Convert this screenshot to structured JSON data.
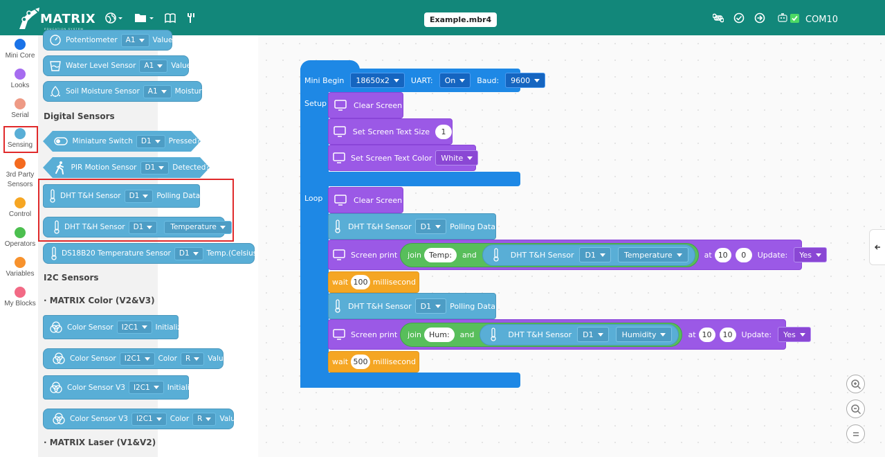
{
  "app": {
    "brand": "MATRIX",
    "brand_sub": "EDUCATION SYSTEM",
    "file_title": "Example.mbr4",
    "port": "COM10"
  },
  "categories": [
    {
      "label": "Mini Core",
      "color": "#1a73e8"
    },
    {
      "label": "Looks",
      "color": "#a66cf0"
    },
    {
      "label": "Serial",
      "color": "#ee9a85"
    },
    {
      "label": "Sensing",
      "color": "#59aed6"
    },
    {
      "label": "3rd Party Sensors",
      "color": "#f46a1f"
    },
    {
      "label": "Control",
      "color": "#f6a623"
    },
    {
      "label": "Operators",
      "color": "#4cbf4f"
    },
    {
      "label": "Variables",
      "color": "#f7922d"
    },
    {
      "label": "My Blocks",
      "color": "#f26a85"
    }
  ],
  "palette": {
    "potentiometer": {
      "label": "Potentiometer",
      "port": "A1",
      "suffix": "Value"
    },
    "water_level": {
      "label": "Water Level Sensor",
      "port": "A1",
      "suffix": "Value"
    },
    "soil_moisture": {
      "label": "Soil Moisture Sensor",
      "port": "A1",
      "suffix": "Moisture"
    },
    "digital_title": "Digital Sensors",
    "mini_switch": {
      "label": "Miniature Switch",
      "port": "D1",
      "suffix": "Pressed?"
    },
    "pir": {
      "label": "PIR Motion Sensor",
      "port": "D1",
      "suffix": "Detected?"
    },
    "dht_poll": {
      "label": "DHT T&H Sensor",
      "port": "D1",
      "suffix": "Polling Data"
    },
    "dht_read": {
      "label": "DHT T&H Sensor",
      "port": "D1",
      "mode": "Temperature"
    },
    "ds18b20": {
      "label": "DS18B20 Temperature Sensor",
      "port": "D1",
      "suffix": "Temp.(Celsius)"
    },
    "i2c_title": "I2C Sensors",
    "matrix_color_title": "· MATRIX Color (V2&V3)",
    "color_init": {
      "label": "Color Sensor",
      "port": "I2C1",
      "suffix": "Initialize"
    },
    "color_read": {
      "label": "Color Sensor",
      "port": "I2C1",
      "word": "Color",
      "channel": "R",
      "suffix": "Value"
    },
    "color_v3_init": {
      "label": "Color Sensor V3",
      "port": "I2C1",
      "suffix": "Initialize"
    },
    "color_v3_read": {
      "label": "Color Sensor V3",
      "port": "I2C1",
      "word": "Color",
      "channel": "R",
      "suffix": "Value"
    },
    "matrix_laser_title": "· MATRIX Laser (V1&V2)"
  },
  "program": {
    "mini_begin": {
      "label": "Mini Begin",
      "battery": "18650x2",
      "uart_label": "UART:",
      "uart": "On",
      "baud_label": "Baud:",
      "baud": "9600"
    },
    "setup_label": "Setup",
    "loop_label": "Loop",
    "clear_screen": "Clear Screen",
    "set_text_size": {
      "label": "Set Screen Text Size",
      "value": "1"
    },
    "set_text_color": {
      "label": "Set Screen Text Color",
      "value": "White"
    },
    "dht_poll": {
      "label": "DHT T&H Sensor",
      "port": "D1",
      "suffix": "Polling Data"
    },
    "print1": {
      "label": "Screen print",
      "join": "join",
      "text": "Temp:",
      "and": "and",
      "sensor": "DHT T&H Sensor",
      "port": "D1",
      "mode": "Temperature",
      "at": "at",
      "x": "10",
      "y": "0",
      "update_label": "Update:",
      "update": "Yes"
    },
    "wait1": {
      "label": "wait",
      "value": "100",
      "unit": "millisecond"
    },
    "print2": {
      "label": "Screen print",
      "join": "join",
      "text": "Hum:",
      "and": "and",
      "sensor": "DHT T&H Sensor",
      "port": "D1",
      "mode": "Humidity",
      "at": "at",
      "x": "10",
      "y": "10",
      "update_label": "Update:",
      "update": "Yes"
    },
    "wait2": {
      "label": "wait",
      "value": "500",
      "unit": "millisecond"
    }
  }
}
